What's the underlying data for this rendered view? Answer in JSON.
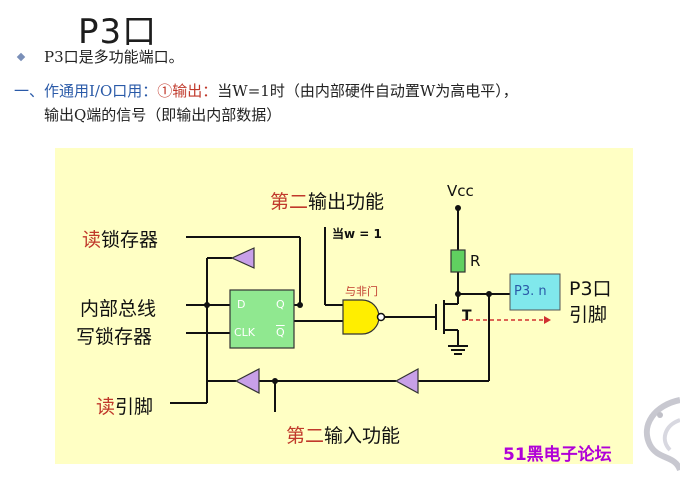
{
  "slide": {
    "title": "P3口",
    "bullet1": "P3口是多功能端口。",
    "line2_prefix": "一、作通用I/O口用：",
    "line2_mode": "①输出：",
    "line2_rest": "当W=1时（由内部硬件自动置W为高电平），",
    "line3": "输出Q端的信号（即输出内部数据）"
  },
  "diagram": {
    "second_output_a": "第二",
    "second_output_b": "输出功能",
    "condition": "当w = 1",
    "gate_label": "与非门",
    "vcc": "Vcc",
    "resistor": "R",
    "transistor": "T",
    "port_box": "P3. n",
    "pin_label_1": "P3口",
    "pin_label_2": "引脚",
    "read_latch_a": "读",
    "read_latch_b": "锁存器",
    "internal_bus": "内部总线",
    "write_latch": "写锁存器",
    "read_pin_a": "读",
    "read_pin_b": "引脚",
    "second_input_a": "第二",
    "second_input_b": "输入功能",
    "latch_d": "D",
    "latch_q": "Q",
    "latch_clk": "CLK",
    "latch_qbar": "Q"
  },
  "watermark": "51黑电子论坛",
  "colors": {
    "panel": "#ffffc4",
    "triangle": "#c8a0e8",
    "latch": "#90e890",
    "gate": "#ffee00",
    "port_box": "#80e8ec",
    "accent_red": "#c0392b",
    "accent_blue": "#2a5aa8"
  }
}
